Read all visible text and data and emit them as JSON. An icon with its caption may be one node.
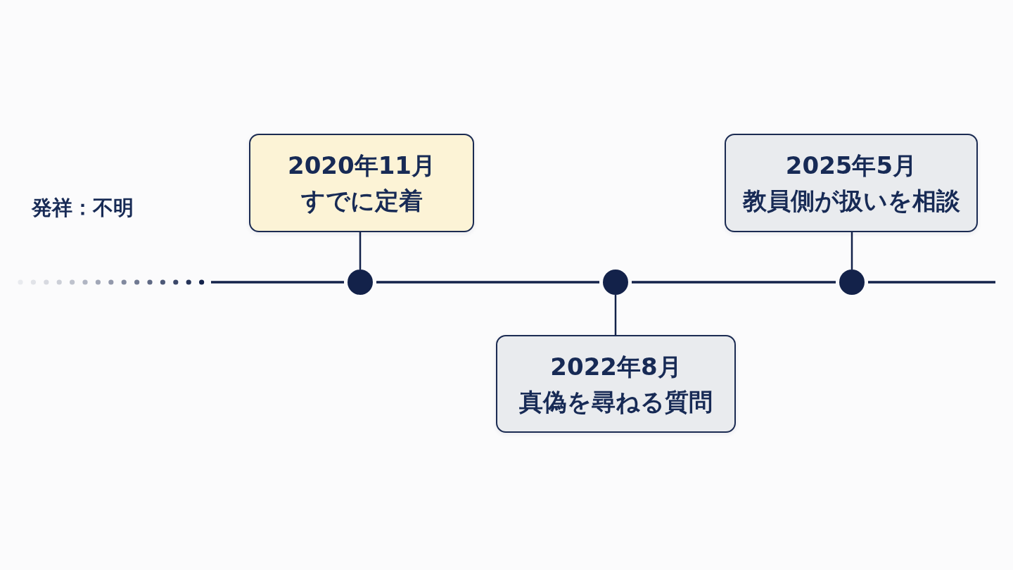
{
  "diagram": {
    "nodes": [
      {
        "text": [
          "2020年11月",
          "すでに定着"
        ]
      },
      {
        "text": [
          "2022年8月",
          "真偽を尋ねる質問"
        ]
      },
      {
        "text": [
          "2025年5月",
          "教員側が扱いを相談"
        ]
      },
      {
        "text": [],
        "shape": "circle"
      },
      {
        "text": [],
        "shape": "circle"
      },
      {
        "text": [],
        "shape": "circle"
      }
    ],
    "edges": [
      {
        "from": null,
        "to": 3,
        "arrow": "none"
      },
      {
        "from": 3,
        "to": 4,
        "arrow": "none"
      },
      {
        "from": 4,
        "to": 5,
        "arrow": "none"
      },
      {
        "from": 5,
        "to": null,
        "arrow": "none"
      },
      {
        "from": 0,
        "to": 3,
        "arrow": "none"
      },
      {
        "from": 1,
        "to": 4,
        "arrow": "none"
      },
      {
        "from": 2,
        "to": 5,
        "arrow": "none"
      }
    ],
    "labels": [
      "発祥：不明"
    ]
  }
}
